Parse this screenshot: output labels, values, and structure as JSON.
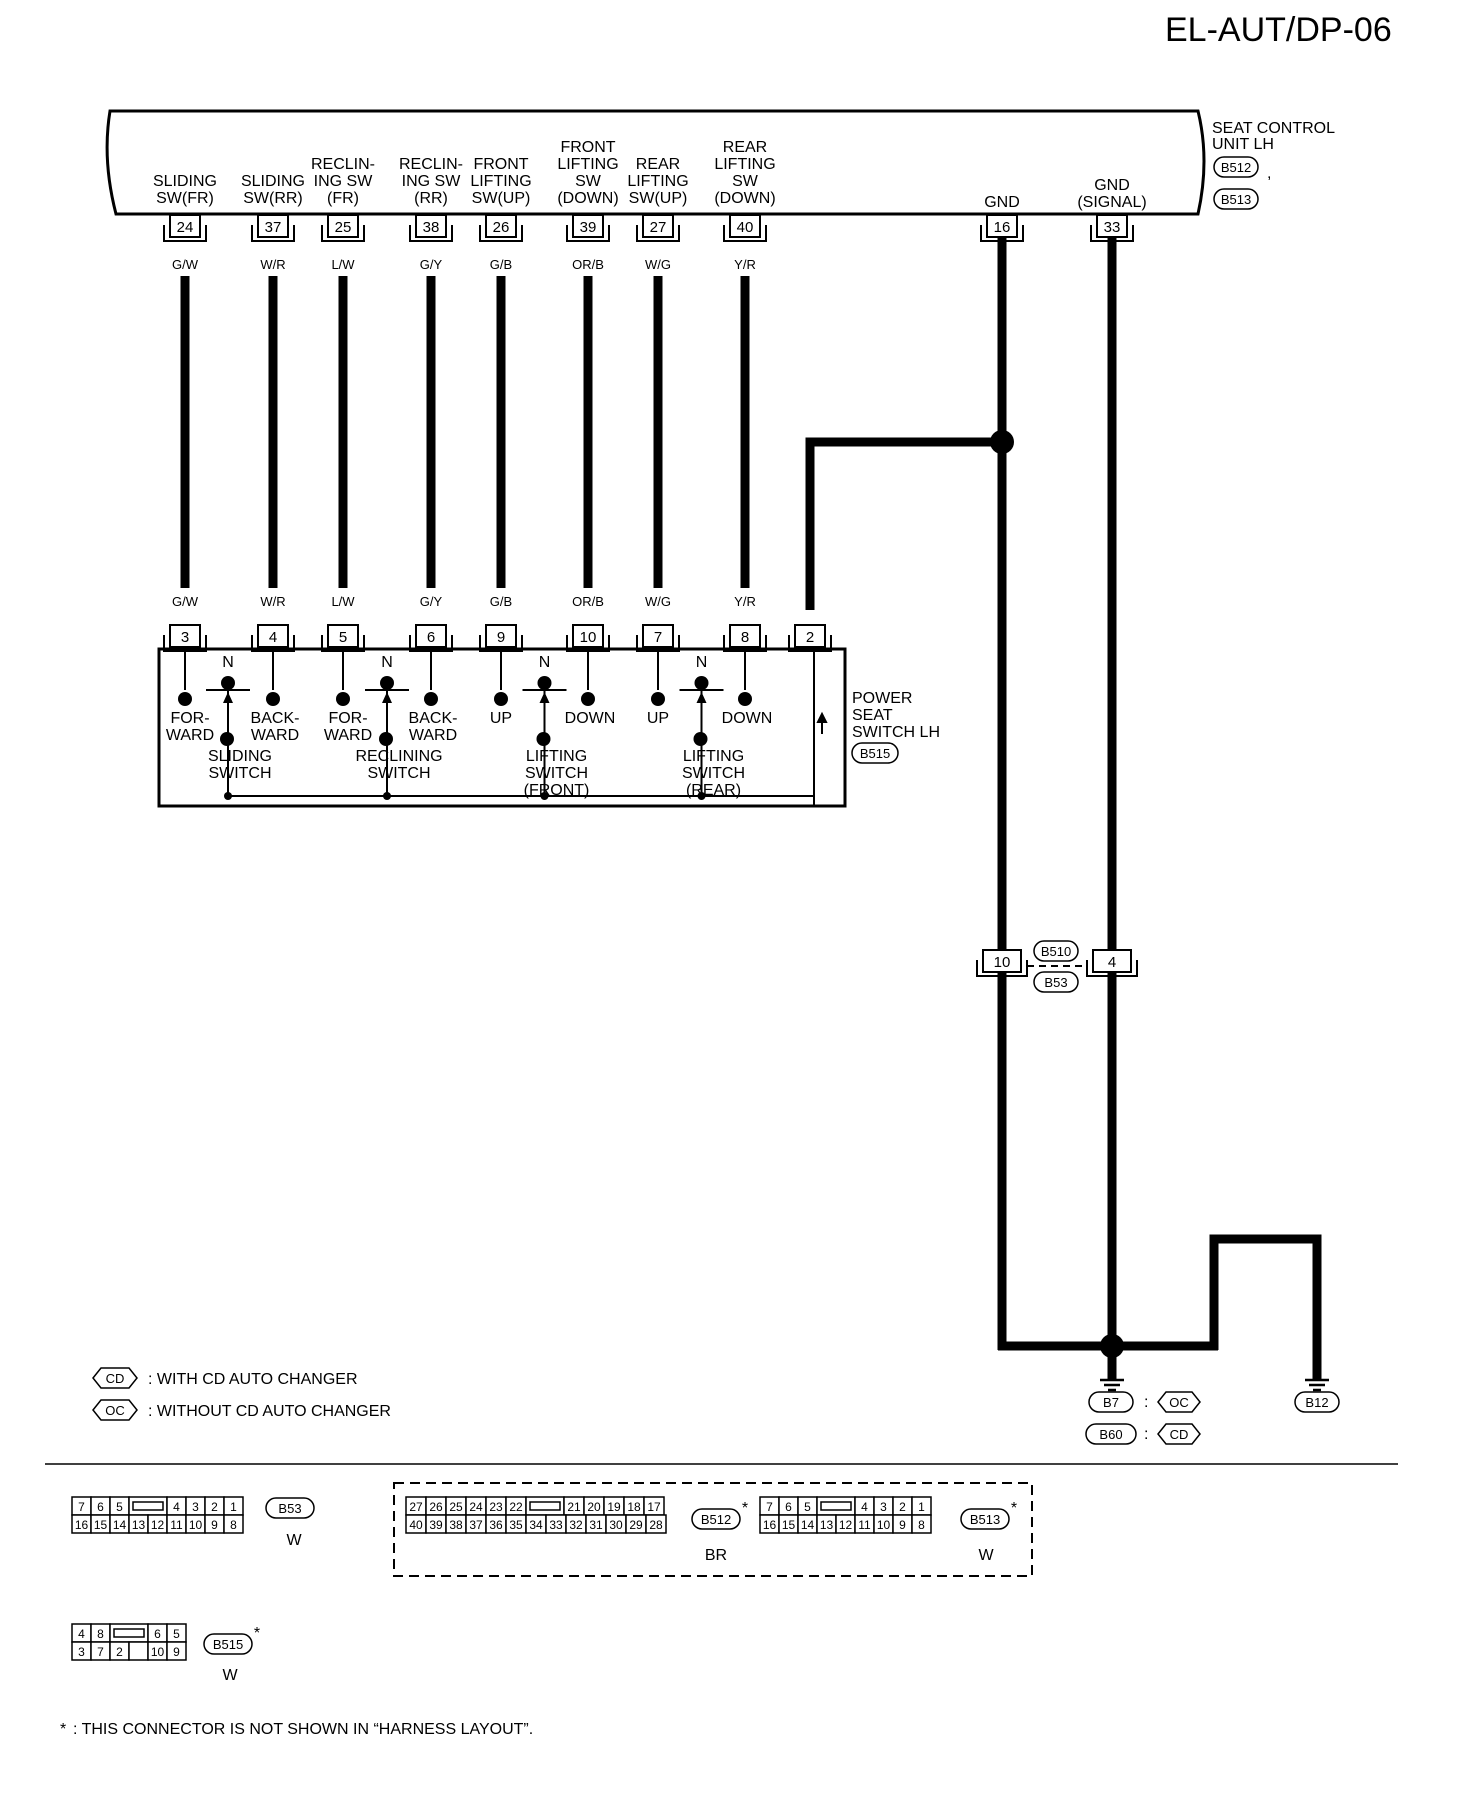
{
  "page_code": "EL-AUT/DP-06",
  "control_unit": {
    "name_line1": "SEAT CONTROL",
    "name_line2": "UNIT LH",
    "connectors": [
      "B512",
      "B513"
    ]
  },
  "terminals": [
    {
      "label": [
        "SLIDING",
        "SW(FR)"
      ],
      "pin": "24",
      "wire": "G/W",
      "switch_pin": "3"
    },
    {
      "label": [
        "SLIDING",
        "SW(RR)"
      ],
      "pin": "37",
      "wire": "W/R",
      "switch_pin": "4"
    },
    {
      "label": [
        "RECLIN-",
        "ING SW",
        "(FR)"
      ],
      "pin": "25",
      "wire": "L/W",
      "switch_pin": "5"
    },
    {
      "label": [
        "RECLIN-",
        "ING SW",
        "(RR)"
      ],
      "pin": "38",
      "wire": "G/Y",
      "switch_pin": "6"
    },
    {
      "label": [
        "FRONT",
        "LIFTING",
        "SW(UP)"
      ],
      "pin": "26",
      "wire": "G/B",
      "switch_pin": "9"
    },
    {
      "label": [
        "FRONT",
        "LIFTING",
        "SW",
        "(DOWN)"
      ],
      "pin": "39",
      "wire": "OR/B",
      "switch_pin": "10"
    },
    {
      "label": [
        "REAR",
        "LIFTING",
        "SW(UP)"
      ],
      "pin": "27",
      "wire": "W/G",
      "switch_pin": "7"
    },
    {
      "label": [
        "REAR",
        "LIFTING",
        "SW",
        "(DOWN)"
      ],
      "pin": "40",
      "wire": "Y/R",
      "switch_pin": "8"
    }
  ],
  "ground_terminals": [
    {
      "label": [
        "GND"
      ],
      "pin": "16",
      "wire": "B"
    },
    {
      "label": [
        "GND",
        "(SIGNAL)"
      ],
      "pin": "33",
      "wire": "B"
    }
  ],
  "switch": {
    "name": [
      "POWER",
      "SEAT",
      "SWITCH LH"
    ],
    "connector": "B515",
    "ground_pin": "2",
    "ground_wire": "B",
    "neutral_label": "N",
    "groups": [
      {
        "left": [
          "FOR-",
          "WARD"
        ],
        "right": [
          "BACK-",
          "WARD"
        ],
        "name": [
          "SLIDING",
          "SWITCH"
        ]
      },
      {
        "left": [
          "FOR-",
          "WARD"
        ],
        "right": [
          "BACK-",
          "WARD"
        ],
        "name": [
          "RECLINING",
          "SWITCH"
        ]
      },
      {
        "left": [
          "UP"
        ],
        "right": [
          "DOWN"
        ],
        "name": [
          "LIFTING",
          "SWITCH",
          "(FRONT)"
        ]
      },
      {
        "left": [
          "UP"
        ],
        "right": [
          "DOWN"
        ],
        "name": [
          "LIFTING",
          "SWITCH",
          "(REAR)"
        ]
      }
    ]
  },
  "joint_connector": {
    "pins": [
      "10",
      "4"
    ],
    "ids": [
      "B510",
      "B53"
    ],
    "wire": "B"
  },
  "grounds": {
    "wire": "B",
    "b7": "B7",
    "b60": "B60",
    "b12": "B12",
    "oc": "OC",
    "cd": "CD",
    "colon": ":"
  },
  "legend": [
    {
      "code": "CD",
      "text": ": WITH CD AUTO CHANGER"
    },
    {
      "code": "OC",
      "text": ": WITHOUT CD AUTO CHANGER"
    }
  ],
  "connector_faces": [
    {
      "id": "B53",
      "color": "W",
      "asterisk": false,
      "row1": [
        "7",
        "6",
        "5",
        "#",
        "4",
        "3",
        "2",
        "1"
      ],
      "row2": [
        "16",
        "15",
        "14",
        "13",
        "12",
        "11",
        "10",
        "9",
        "8"
      ]
    },
    {
      "id": "B512",
      "color": "BR",
      "asterisk": true,
      "row1": [
        "27",
        "26",
        "25",
        "24",
        "23",
        "22",
        "#",
        "21",
        "20",
        "19",
        "18",
        "17"
      ],
      "row2": [
        "40",
        "39",
        "38",
        "37",
        "36",
        "35",
        "34",
        "33",
        "32",
        "31",
        "30",
        "29",
        "28"
      ]
    },
    {
      "id": "B513",
      "color": "W",
      "asterisk": true,
      "row1": [
        "7",
        "6",
        "5",
        "#",
        "4",
        "3",
        "2",
        "1"
      ],
      "row2": [
        "16",
        "15",
        "14",
        "13",
        "12",
        "11",
        "10",
        "9",
        "8"
      ]
    },
    {
      "id": "B515",
      "color": "W",
      "asterisk": true,
      "row1": [
        "4",
        "8",
        "#",
        "6",
        "5"
      ],
      "row2": [
        "3",
        "7",
        "2",
        "",
        "10",
        "9"
      ]
    }
  ],
  "footnote": {
    "symbol": "*",
    "text": ": THIS CONNECTOR IS NOT SHOWN IN “HARNESS LAYOUT”."
  }
}
